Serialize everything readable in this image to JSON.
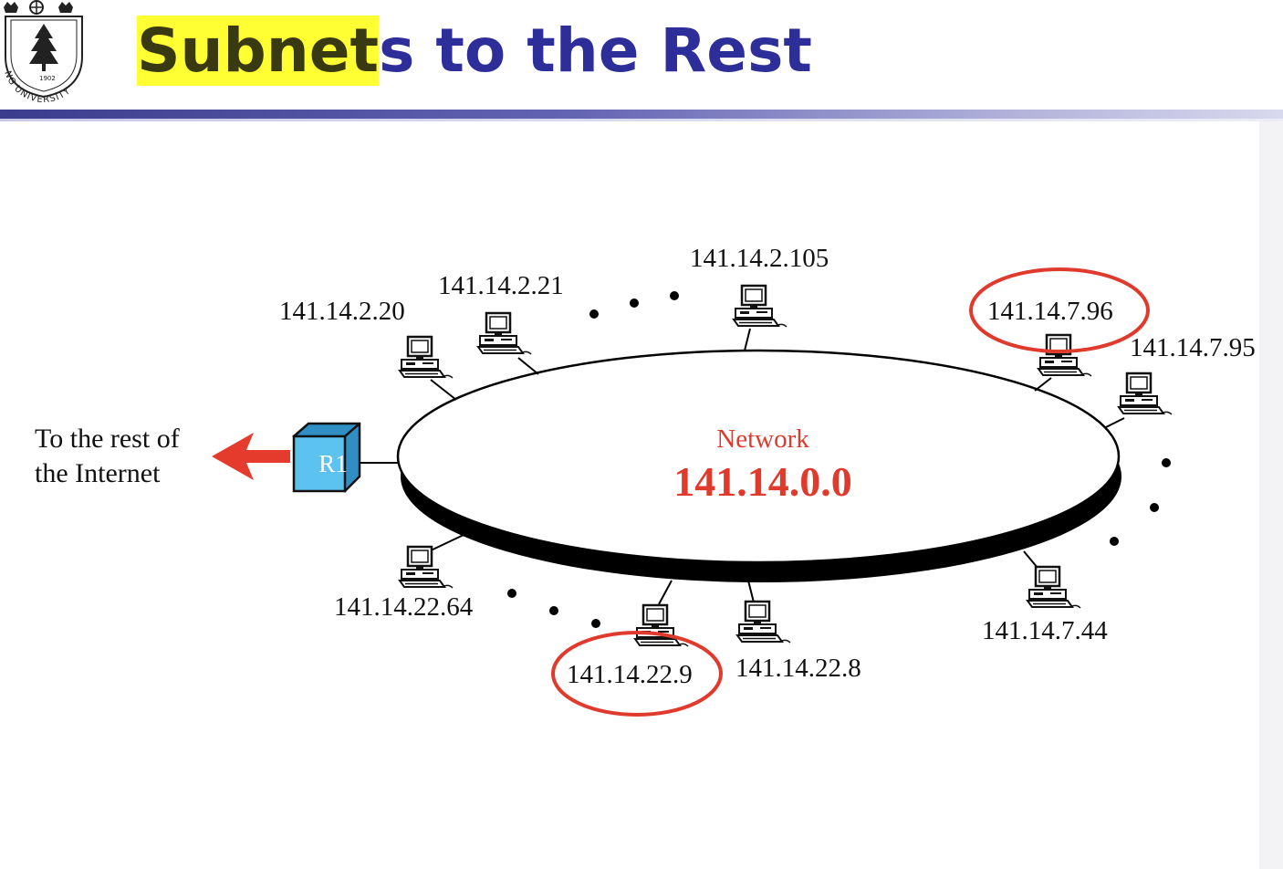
{
  "slide": {
    "title_highlight": "Subnet",
    "title_rest": "s to the Rest"
  },
  "logo": {
    "name": "university-seal",
    "seal_text": "1902 NG UNIVERSITY"
  },
  "diagram": {
    "network_label": "Network",
    "network_address": "141.14.0.0",
    "router_label": "R1",
    "internet_caption_line1": "To the rest of",
    "internet_caption_line2": "the Internet",
    "arrow_color": "#e53b2c",
    "router_color": "#5cc2f0",
    "highlight_color": "#e03a2c",
    "hosts": [
      {
        "ip": "141.14.2.20",
        "circled": false
      },
      {
        "ip": "141.14.2.21",
        "circled": false
      },
      {
        "ip": "141.14.2.105",
        "circled": false
      },
      {
        "ip": "141.14.7.96",
        "circled": true
      },
      {
        "ip": "141.14.7.95",
        "circled": false
      },
      {
        "ip": "141.14.7.44",
        "circled": false
      },
      {
        "ip": "141.14.22.8",
        "circled": false
      },
      {
        "ip": "141.14.22.9",
        "circled": true
      },
      {
        "ip": "141.14.22.64",
        "circled": false
      }
    ]
  }
}
